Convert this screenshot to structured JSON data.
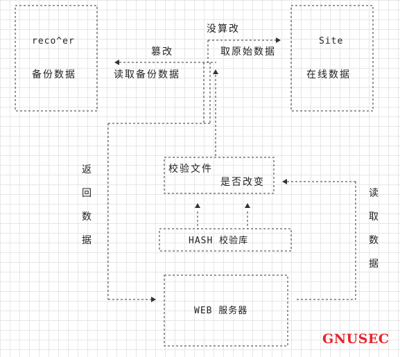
{
  "boxes": {
    "recover": {
      "name": "reco^er",
      "caption": "备份数据"
    },
    "site": {
      "name": "Site",
      "caption": "在线数据"
    },
    "check": {
      "line1": "校验文件",
      "line2": "是否改变"
    },
    "hash": {
      "label": "HASH 校验库"
    },
    "web": {
      "label": "WEB 服务器"
    }
  },
  "arrows": {
    "tamper_forward": "没算改",
    "read_original": "取原始数据",
    "tamper_back": "篡改",
    "read_backup": "读取备份数据",
    "return_data": [
      "返",
      "回",
      "数",
      "据"
    ],
    "read_data": [
      "读",
      "取",
      "数",
      "据"
    ]
  },
  "watermark": "GNUSEC",
  "colors": {
    "watermark": "#e8232b",
    "lines": "#333333",
    "grid": "#e6e6e6"
  }
}
